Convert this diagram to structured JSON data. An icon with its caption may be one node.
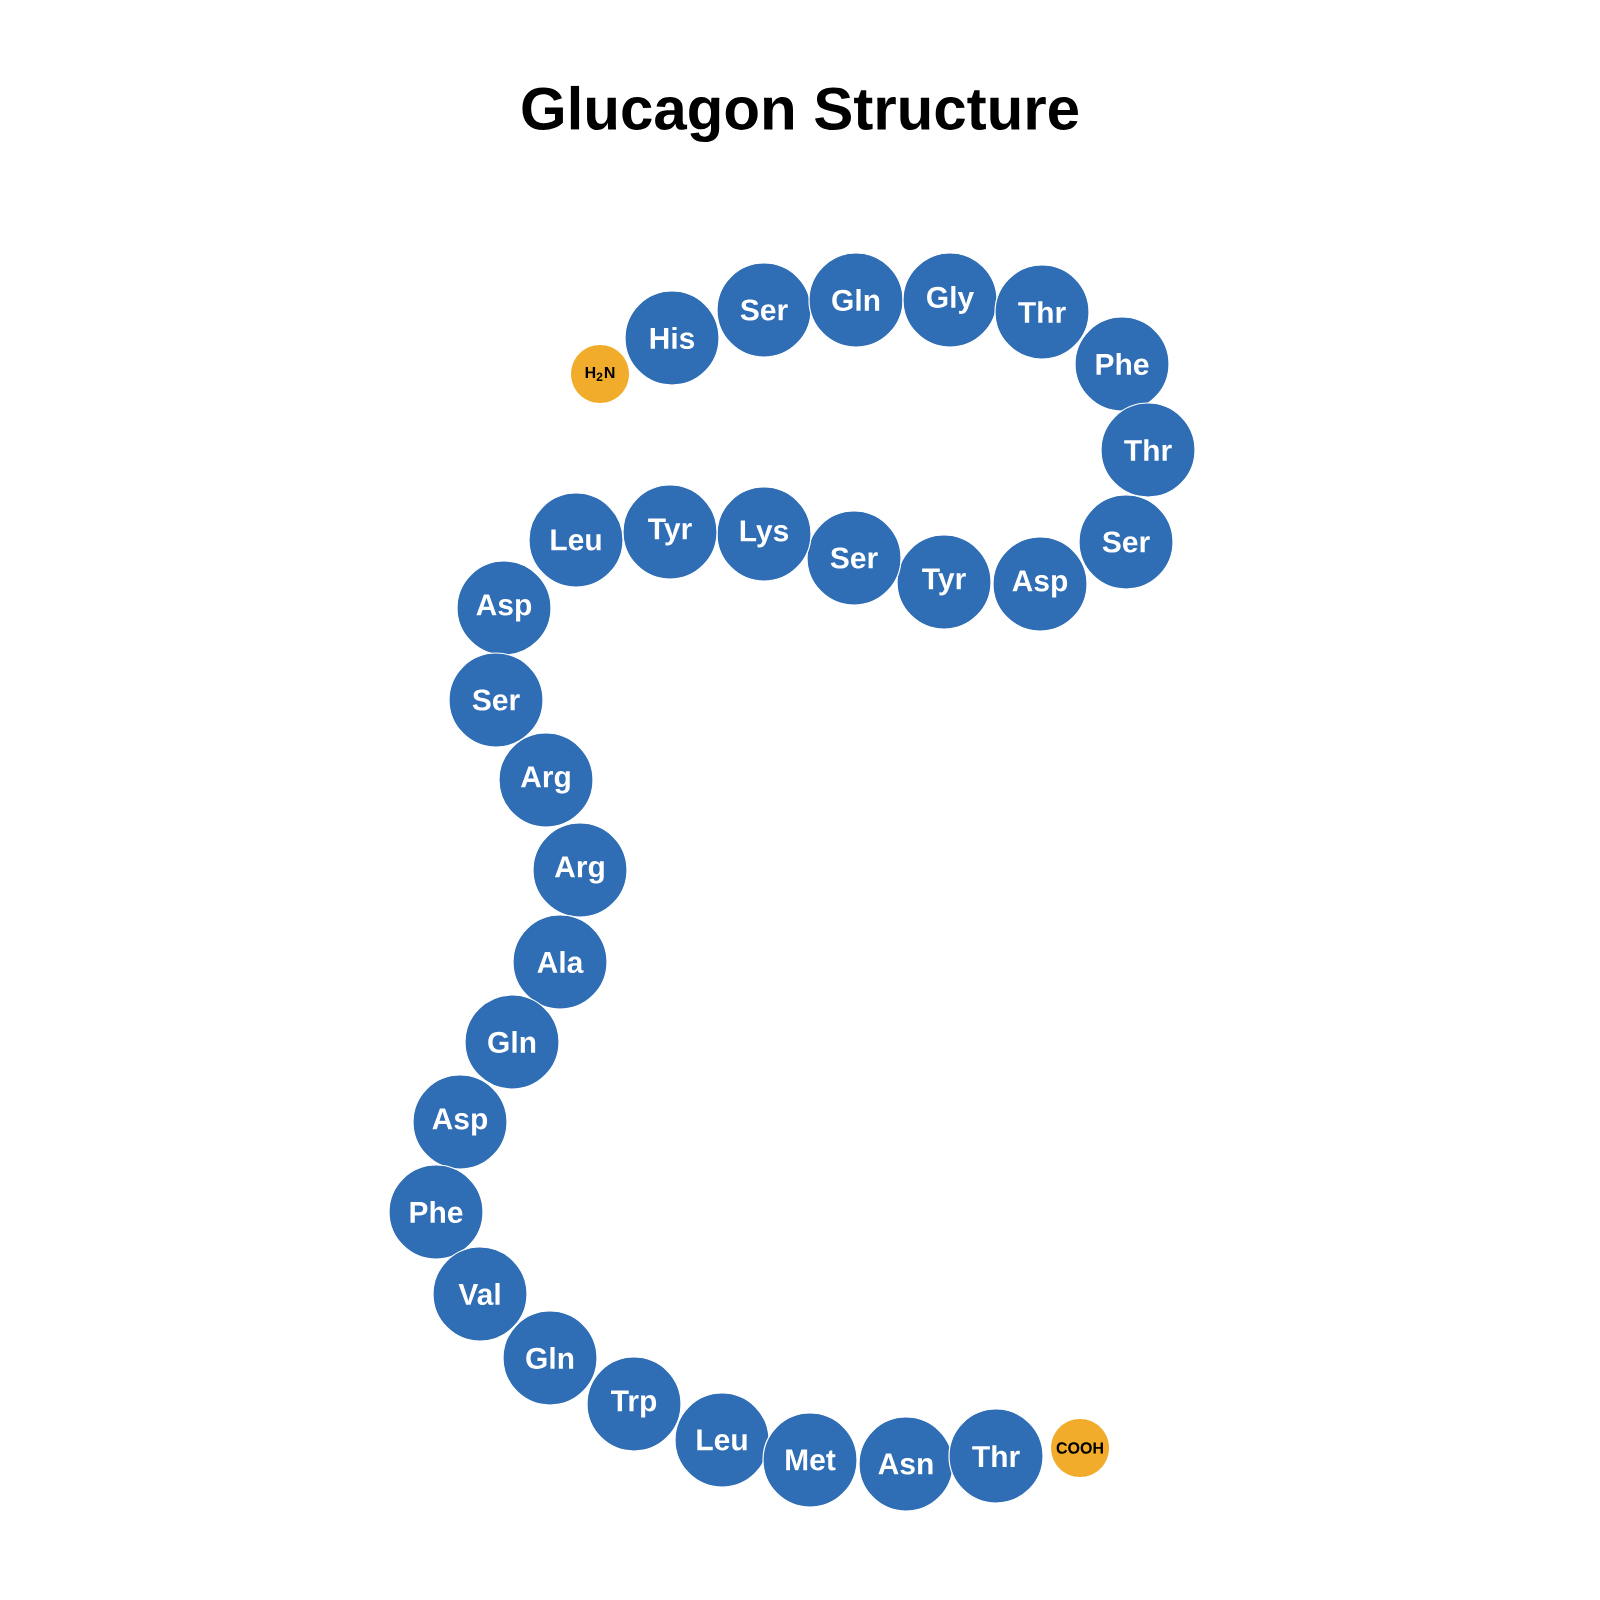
{
  "diagram": {
    "title": "Glucagon Structure",
    "nodes": [
      {
        "text": [
          "H$_{2}$N"
        ]
      },
      {
        "text": [
          "His"
        ]
      },
      {
        "text": [
          "Ser"
        ]
      },
      {
        "text": [
          "Gln"
        ]
      },
      {
        "text": [
          "Gly"
        ]
      },
      {
        "text": [
          "Thr"
        ]
      },
      {
        "text": [
          "Phe"
        ]
      },
      {
        "text": [
          "Thr"
        ]
      },
      {
        "text": [
          "Ser"
        ]
      },
      {
        "text": [
          "Asp"
        ]
      },
      {
        "text": [
          "Tyr"
        ]
      },
      {
        "text": [
          "Ser"
        ]
      },
      {
        "text": [
          "Lys"
        ]
      },
      {
        "text": [
          "Tyr"
        ]
      },
      {
        "text": [
          "Leu"
        ]
      },
      {
        "text": [
          "Asp"
        ]
      },
      {
        "text": [
          "Ser"
        ]
      },
      {
        "text": [
          "Arg"
        ]
      },
      {
        "text": [
          "Arg"
        ]
      },
      {
        "text": [
          "Ala"
        ]
      },
      {
        "text": [
          "Gln"
        ]
      },
      {
        "text": [
          "Asp"
        ]
      },
      {
        "text": [
          "Phe"
        ]
      },
      {
        "text": [
          "Val"
        ]
      },
      {
        "text": [
          "Gln"
        ]
      },
      {
        "text": [
          "Trp"
        ]
      },
      {
        "text": [
          "Leu"
        ]
      },
      {
        "text": [
          "Met"
        ]
      },
      {
        "text": [
          "Asn"
        ]
      },
      {
        "text": [
          "Thr"
        ]
      },
      {
        "text": [
          "COOH"
        ]
      }
    ],
    "edges": []
  }
}
